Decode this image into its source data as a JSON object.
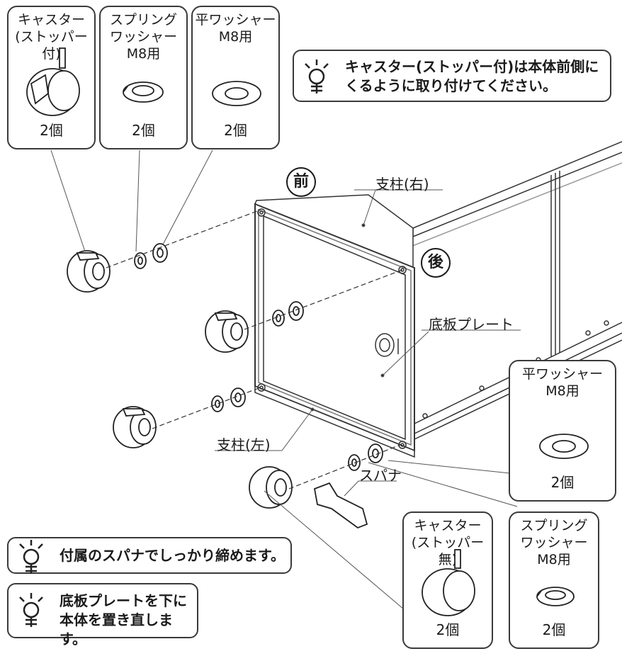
{
  "parts_top": [
    {
      "name": "キャスター\n(ストッパー付)",
      "qty": "2個",
      "icon": "caster-with-stopper-icon"
    },
    {
      "name": "スプリング\nワッシャー\nM8用",
      "qty": "2個",
      "icon": "spring-washer-icon"
    },
    {
      "name": "平ワッシャー\nM8用",
      "qty": "2個",
      "icon": "flat-washer-icon"
    }
  ],
  "parts_right": [
    {
      "name": "平ワッシャー\nM8用",
      "qty": "2個",
      "icon": "flat-washer-icon"
    },
    {
      "name": "キャスター\n(ストッパー無)",
      "qty": "2個",
      "icon": "caster-icon"
    },
    {
      "name": "スプリング\nワッシャー\nM8用",
      "qty": "2個",
      "icon": "spring-washer-icon"
    }
  ],
  "notes": [
    {
      "text": "キャスター(ストッパー付)は本体前側に\nくるように取り付けてください。",
      "icon": "pointing-hand-icon"
    },
    {
      "text": "付属のスパナでしっかり締めます。",
      "icon": "pointing-hand-icon"
    },
    {
      "text": "底板プレートを下に\n本体を置き直します。",
      "icon": "pointing-hand-icon"
    }
  ],
  "labels": {
    "front": "前",
    "back": "後",
    "pillar_right": "支柱(右)",
    "pillar_left": "支柱(左)",
    "bottom_plate": "底板プレート",
    "spanner": "スパナ"
  }
}
